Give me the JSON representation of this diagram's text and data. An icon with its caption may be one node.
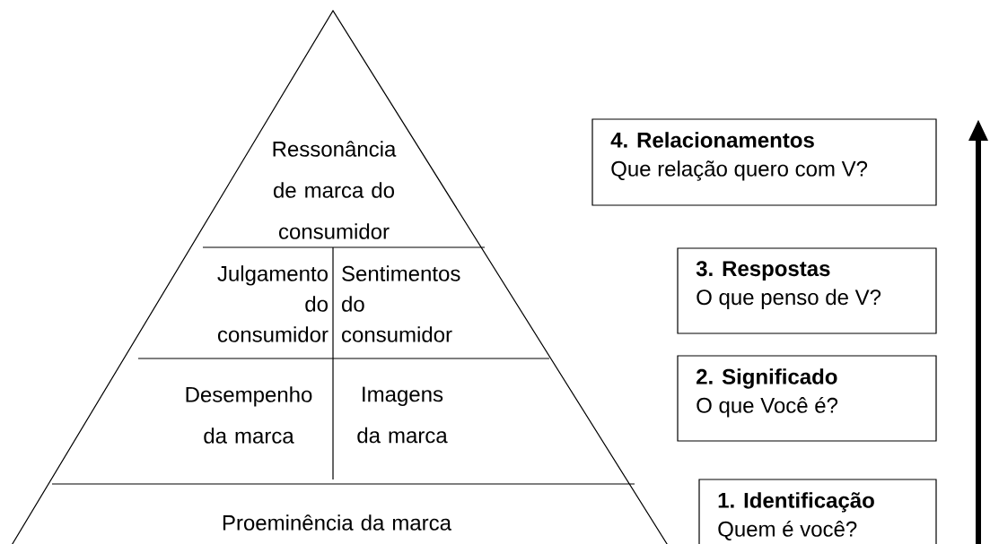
{
  "diagram": {
    "nodes": [
      {
        "text": [
          "Ressonância de marca do consumidor"
        ]
      },
      {
        "text": [
          "Julgamento do consumidor"
        ]
      },
      {
        "text": [
          "Sentimentos do consumidor"
        ]
      },
      {
        "text": [
          "Desempenho da marca"
        ]
      },
      {
        "text": [
          "Imagens da marca"
        ]
      },
      {
        "text": [
          "Proeminência da marca"
        ]
      },
      {
        "text": [
          "4. Relacionamentos",
          "Que relação quero com V?"
        ]
      },
      {
        "text": [
          "3. Respostas",
          "O que penso de V?"
        ]
      },
      {
        "text": [
          "2. Significado",
          "O que Você é?"
        ]
      },
      {
        "text": [
          "1. Identificação",
          "Quem é você?"
        ]
      }
    ]
  }
}
